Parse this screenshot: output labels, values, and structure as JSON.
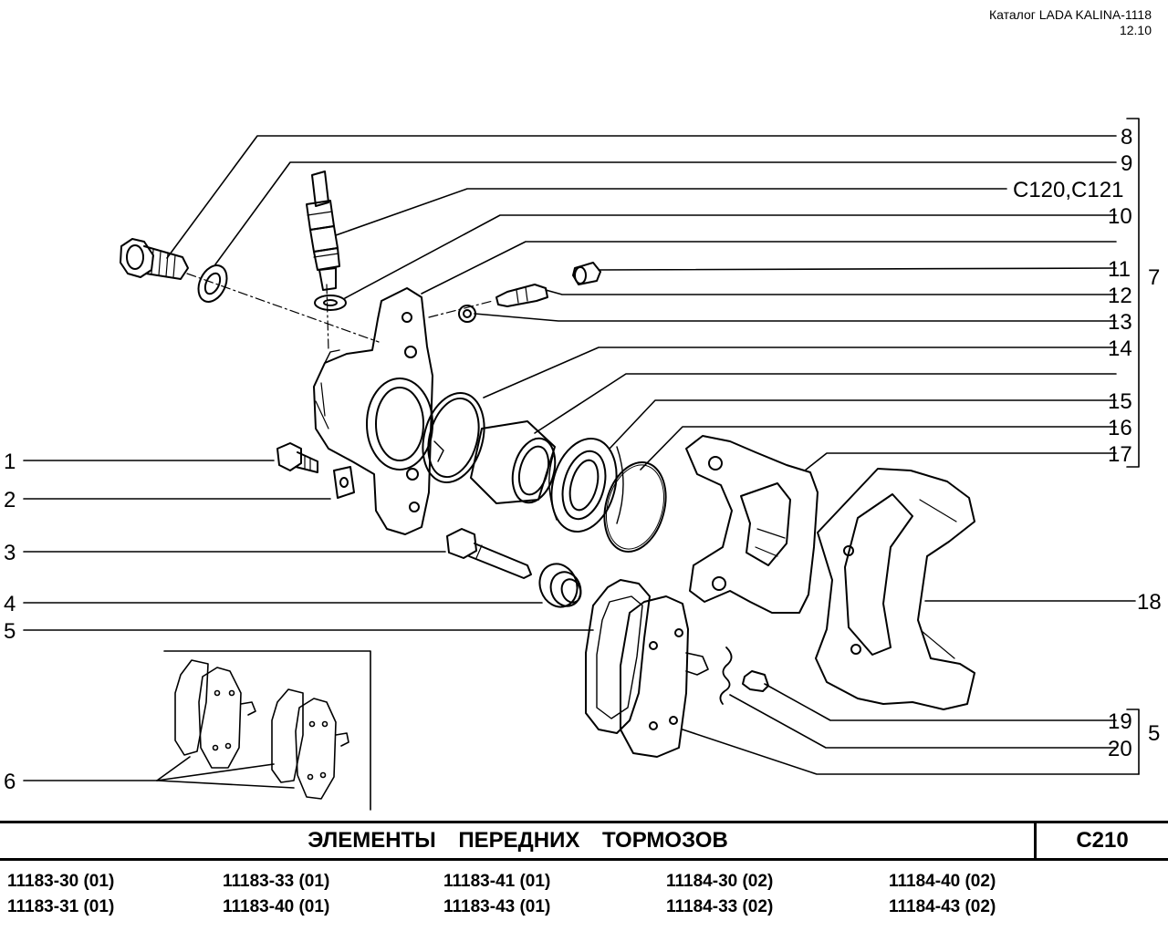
{
  "header": {
    "catalog": "Каталог LADA KALINA-1118",
    "date": "12.10"
  },
  "callouts": {
    "c1": "1",
    "c2": "2",
    "c3": "3",
    "c4": "4",
    "c5": "5",
    "c6": "6",
    "c7": "7",
    "c8": "8",
    "c9": "9",
    "c10": "10",
    "c11": "11",
    "c12": "12",
    "c13": "13",
    "c14": "14",
    "c15": "15",
    "c16": "16",
    "c17": "17",
    "c18": "18",
    "c19": "19",
    "c20": "20",
    "c5b": "5",
    "ref": "C120,C121"
  },
  "title": "ЭЛЕМЕНТЫ ПЕРЕДНИХ ТОРМОЗОВ",
  "code": "C210",
  "models": [
    [
      "11183-30 (01)",
      "11183-31 (01)"
    ],
    [
      "11183-33 (01)",
      "11183-40 (01)"
    ],
    [
      "11183-41 (01)",
      "11183-43 (01)"
    ],
    [
      "11184-30 (02)",
      "11184-33 (02)"
    ],
    [
      "11184-40 (02)",
      "11184-43 (02)"
    ]
  ]
}
